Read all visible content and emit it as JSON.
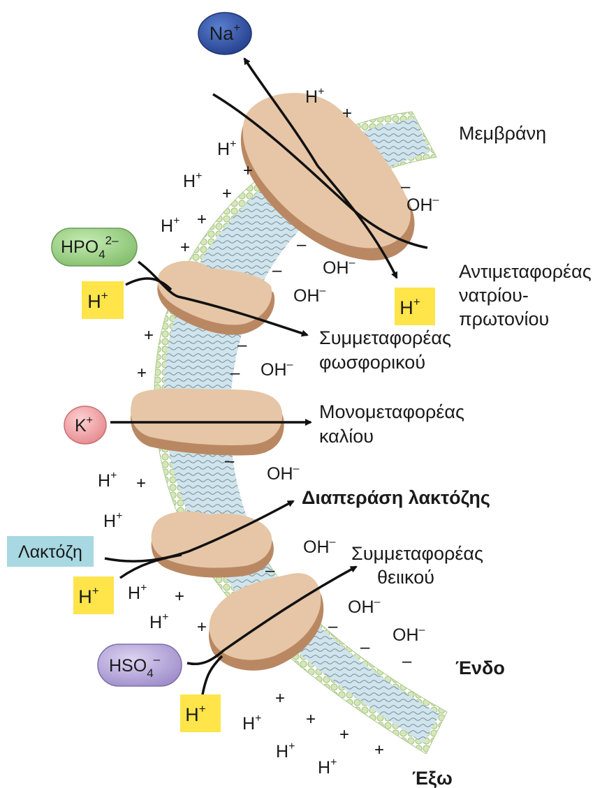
{
  "labels": {
    "membrane": "Μεμβράνη",
    "antiporter": [
      "Αντιμεταφορέας",
      "νατρίου-",
      "πρωτονίου"
    ],
    "phosphate_symporter": [
      "Συμμεταφορέας",
      "φωσφορικού"
    ],
    "potassium_uniporter": [
      "Μονομεταφορέας",
      "καλίου"
    ],
    "lactose_permease": "Διαπεράση λακτόζης",
    "sulfate_symporter": [
      "Συμμεταφορέας",
      "θειικού"
    ],
    "inside": "Ένδο",
    "outside": "Έξω"
  },
  "ions": {
    "na": {
      "base": "Na",
      "sup": "+"
    },
    "hpo4": {
      "base": "HPO",
      "sub": "4",
      "sup": "2–"
    },
    "k": {
      "base": "K",
      "sup": "+"
    },
    "lactose": "Λακτόζη",
    "hso4": {
      "base": "HSO",
      "sub": "4",
      "sup": "–"
    },
    "h_box": {
      "base": "H",
      "sup": "+"
    },
    "h": {
      "base": "H",
      "sup": "+"
    },
    "oh": {
      "base": "OH",
      "sup": "–"
    },
    "plus": "+",
    "minus": "–"
  },
  "colors": {
    "protein": "#e6c6a6",
    "protein_shadow": "#b98862",
    "membrane_core": "#cfe4ec",
    "lipid_head": "#d6e8b8",
    "h_box": "#ffe44a",
    "na_oval": "#2f4fa3",
    "hpo4_oval": "#9fd48a",
    "k_oval": "#f2a0a3",
    "lactose_box": "#a8d8e2",
    "hso4_oval": "#b7a8d9"
  }
}
